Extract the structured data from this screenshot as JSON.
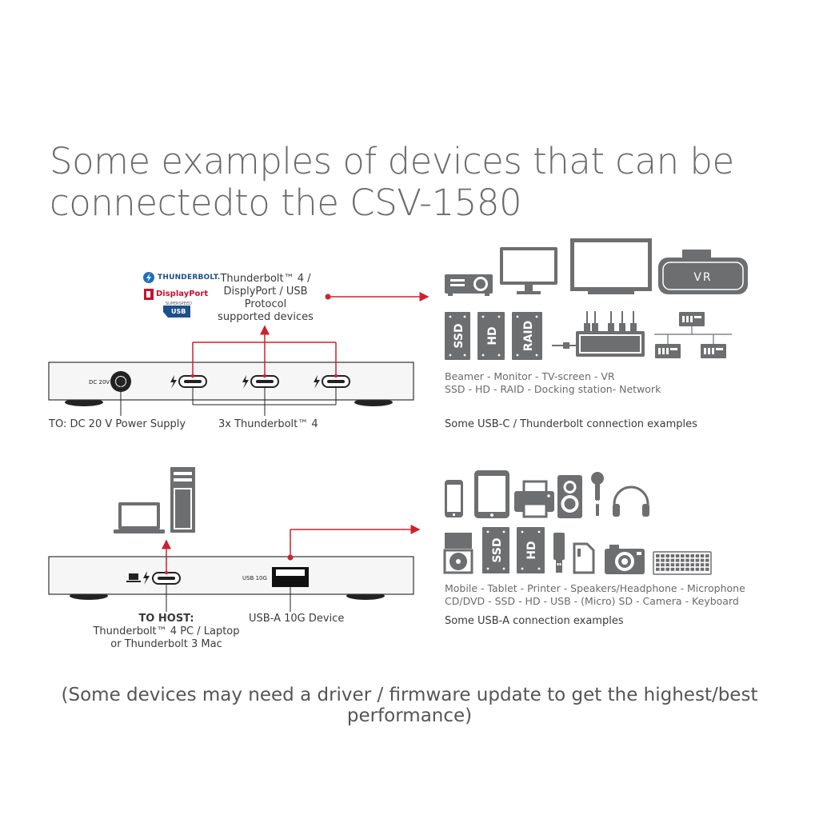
{
  "title_line1": "Some examples of devices that can be",
  "title_line2": "connectedto the CSV-1580",
  "top": {
    "logos": {
      "thunderbolt": "THUNDERBOLT.",
      "displayport": "DisplayPort",
      "usb": "USB"
    },
    "protocol_lines": [
      "Thunderbolt™ 4 /",
      "DisplyPort / USB",
      "Protocol",
      "supported devices"
    ],
    "dc_label": "DC 20V",
    "power_caption": "TO: DC 20 V Power Supply",
    "ports_caption": "3x Thunderbolt™ 4",
    "vr_label": "VR",
    "drive_labels": [
      "SSD",
      "HD",
      "RAID"
    ],
    "devices_line1": "Beamer - Monitor - TV-screen - VR",
    "devices_line2": "SSD - HD - RAID - Docking station- Network",
    "examples_caption": "Some USB-C / Thunderbolt connection examples"
  },
  "bottom": {
    "usb10g_label": "USB 10G",
    "host_title": "TO HOST:",
    "host_line1": "Thunderbolt™ 4 PC / Laptop",
    "host_line2": "or Thunderbolt 3 Mac",
    "usba_caption": "USB-A 10G Device",
    "drive_labels": [
      "SSD",
      "HD"
    ],
    "devices_line1": "Mobile - Tablet - Printer - Speakers/Headphone - Microphone",
    "devices_line2": "CD/DVD - SSD - HD - USB - (Micro) SD - Camera - Keyboard",
    "examples_caption": "Some USB-A connection examples"
  },
  "footnote": "(Some devices may need a driver / firmware update to get the highest/best performance)",
  "colors": {
    "accent": "#d0202e",
    "icon": "#6d6e70",
    "text": "#3a3a3a"
  },
  "icons": [
    "projector-icon",
    "monitor-icon",
    "tv-icon",
    "vr-headset-icon",
    "ssd-icon",
    "hd-icon",
    "raid-icon",
    "docking-station-icon",
    "network-icon",
    "laptop-icon",
    "desktop-tower-icon",
    "mobile-icon",
    "tablet-icon",
    "printer-icon",
    "speaker-icon",
    "microphone-icon",
    "headphone-icon",
    "cd-dvd-icon",
    "usb-stick-icon",
    "sd-card-icon",
    "camera-icon",
    "keyboard-icon",
    "thunderbolt-bolt-icon"
  ]
}
